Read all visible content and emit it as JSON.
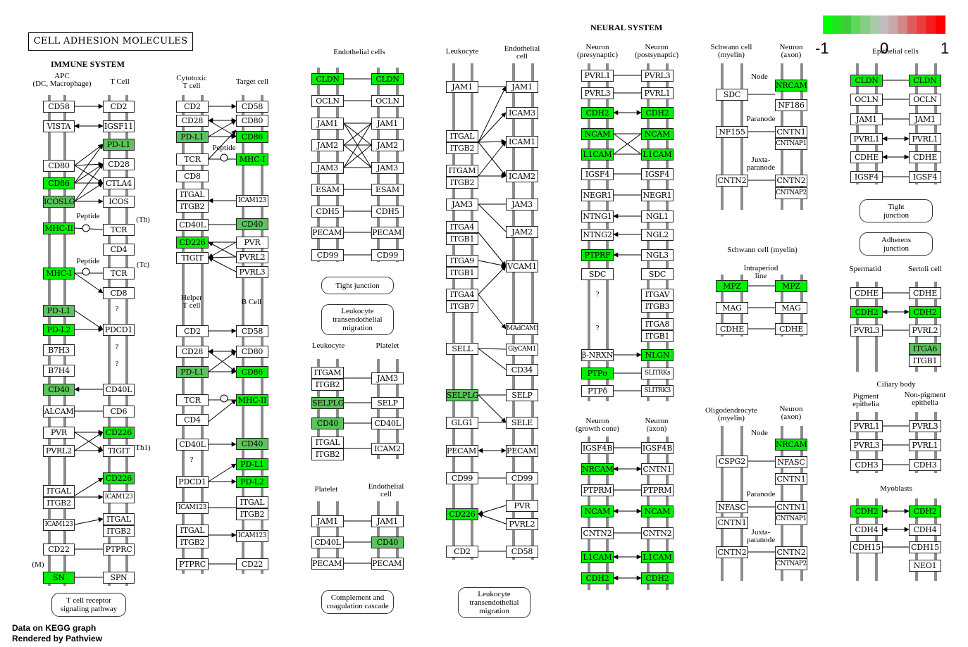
{
  "title": "CELL ADHESION MOLECULES",
  "headings": {
    "immune": "IMMUNE SYSTEM",
    "neural": "NEURAL SYSTEM"
  },
  "credits": {
    "line1": "Data on KEGG graph",
    "line2": "Rendered by Pathview"
  },
  "legend": {
    "min": "-1",
    "mid": "0",
    "max": "1",
    "colors": [
      "#00ff00",
      "#1ee61e",
      "#3dcc3d",
      "#5cd95c",
      "#85cc85",
      "#a8c8a8",
      "#bebebe",
      "#c8a8a8",
      "#d48585",
      "#e05c5c",
      "#eb3d3d",
      "#f51e1e",
      "#ff0000"
    ]
  },
  "colors": {
    "up_strong": "#00ee00",
    "up_mild": "#5cc45c",
    "neutral": "#ffffff",
    "border": "#222222",
    "rail": "#8c8c8c"
  },
  "labels": [
    "APC\n(DC, Macrophage)",
    "T Cell",
    "Cytotoxic\nT cell",
    "Target cell",
    "Helper\nT cell",
    "B Cell",
    "Endothelial cells",
    "Leukocyte",
    "Endothelial\ncell",
    "Leukocyte",
    "Platelet",
    "Platelet",
    "Endothelial\ncell",
    "Neuron\n(presynaptic)",
    "Neuron\n(postsynaptic)",
    "Neuron\n(growth cone)",
    "Neuron\n(axon)",
    "Schwann cell\n(myelin)",
    "Neuron\n(axon)",
    "Epithelial cells",
    "Node",
    "Paranode",
    "Juxta-\nparanode",
    "Schwann cell (myelin)",
    "Intraperiod\nline",
    "Spermatid",
    "Sertoli cell",
    "Ciliary body",
    "Pigment\nepithelia",
    "Non-pigment\nepithelia",
    "Myoblasts",
    "Oligodendrocyte\n(myelin)",
    "Neuron\n(axon)",
    "Node",
    "Paranode",
    "Juxta-\nparanode",
    "Peptide",
    "Peptide",
    "Peptide",
    "(Th)",
    "(Tc)",
    "Th1)",
    "(M)",
    "?",
    "?",
    "?",
    "?",
    "?",
    "?"
  ],
  "pathways": [
    "T cell receptor\nsignaling pathway",
    "Tight junction",
    "Leukocyte\ntransendothelial\nmigration",
    "Complement and\ncoagulation cascade",
    "Leukocyte\ntransendothelial\nmigration",
    "Tight\njunction",
    "Adherens\njunction"
  ],
  "genes": [
    [
      "CD58",
      ""
    ],
    [
      "VISTA",
      ""
    ],
    [
      "CD80",
      ""
    ],
    [
      "CD86",
      "u"
    ],
    [
      "ICOSLG",
      "m"
    ],
    [
      "MHC-II",
      "u"
    ],
    [
      "MHC-I",
      "u"
    ],
    [
      "PD-L1",
      "m"
    ],
    [
      "PD-L2",
      "u"
    ],
    [
      "B7H3",
      ""
    ],
    [
      "B7H4",
      ""
    ],
    [
      "CD40",
      "m"
    ],
    [
      "ALCAM",
      ""
    ],
    [
      "PVR",
      ""
    ],
    [
      "PVRL2",
      ""
    ],
    [
      "ITGAL",
      ""
    ],
    [
      "ITGB2",
      ""
    ],
    [
      "ICAM123",
      ""
    ],
    [
      "CD22",
      ""
    ],
    [
      "SN",
      "u"
    ],
    [
      "CD2",
      ""
    ],
    [
      "IGSF11",
      ""
    ],
    [
      "PD-L1",
      "m"
    ],
    [
      "CD28",
      ""
    ],
    [
      "CTLA4",
      ""
    ],
    [
      "ICOS",
      ""
    ],
    [
      "TCR",
      ""
    ],
    [
      "CD4",
      ""
    ],
    [
      "TCR",
      ""
    ],
    [
      "CD8",
      ""
    ],
    [
      "PDCD1",
      ""
    ],
    [
      "CD40L",
      ""
    ],
    [
      "CD6",
      ""
    ],
    [
      "CD226",
      "u"
    ],
    [
      "TIGIT",
      ""
    ],
    [
      "CD226",
      "u"
    ],
    [
      "ICAM123",
      ""
    ],
    [
      "ITGAL",
      ""
    ],
    [
      "ITGB2",
      ""
    ],
    [
      "PTPRC",
      ""
    ],
    [
      "SPN",
      ""
    ],
    [
      "CD2",
      ""
    ],
    [
      "CD28",
      ""
    ],
    [
      "PD-L1",
      "m"
    ],
    [
      "TCR",
      ""
    ],
    [
      "CD8",
      ""
    ],
    [
      "ITGAL",
      ""
    ],
    [
      "ITGB2",
      ""
    ],
    [
      "CD40L",
      ""
    ],
    [
      "CD226",
      "u"
    ],
    [
      "TIGIT",
      ""
    ],
    [
      "CD58",
      ""
    ],
    [
      "CD80",
      ""
    ],
    [
      "CD86",
      "u"
    ],
    [
      "MHC-I",
      "u"
    ],
    [
      "ICAM123",
      ""
    ],
    [
      "CD40",
      "m"
    ],
    [
      "PVR",
      ""
    ],
    [
      "PVRL2",
      ""
    ],
    [
      "PVRL3",
      ""
    ],
    [
      "CD2",
      ""
    ],
    [
      "CD28",
      ""
    ],
    [
      "PD-L1",
      "m"
    ],
    [
      "TCR",
      ""
    ],
    [
      "CD4",
      ""
    ],
    [
      "CD40L",
      ""
    ],
    [
      "PDCD1",
      ""
    ],
    [
      "ICAM123",
      ""
    ],
    [
      "ITGAL",
      ""
    ],
    [
      "ITGB2",
      ""
    ],
    [
      "PTPRC",
      ""
    ],
    [
      "CD58",
      ""
    ],
    [
      "CD80",
      ""
    ],
    [
      "CD86",
      "u"
    ],
    [
      "MHC-II",
      "u"
    ],
    [
      "CD40",
      "m"
    ],
    [
      "PD-L1",
      "u"
    ],
    [
      "PD-L2",
      "u"
    ],
    [
      "ITGAL",
      ""
    ],
    [
      "ITGB2",
      ""
    ],
    [
      "ICAM123",
      ""
    ],
    [
      "CD22",
      ""
    ],
    [
      "CLDN",
      "u"
    ],
    [
      "OCLN",
      ""
    ],
    [
      "JAM1",
      ""
    ],
    [
      "JAM2",
      ""
    ],
    [
      "JAM3",
      ""
    ],
    [
      "ESAM",
      ""
    ],
    [
      "CDH5",
      ""
    ],
    [
      "PECAM1",
      ""
    ],
    [
      "CD99",
      ""
    ],
    [
      "CLDN",
      "u"
    ],
    [
      "OCLN",
      ""
    ],
    [
      "JAM1",
      ""
    ],
    [
      "JAM2",
      ""
    ],
    [
      "JAM3",
      ""
    ],
    [
      "ESAM",
      ""
    ],
    [
      "CDH5",
      ""
    ],
    [
      "PECAM1",
      ""
    ],
    [
      "CD99",
      ""
    ],
    [
      "ITGAM",
      ""
    ],
    [
      "ITGB2",
      ""
    ],
    [
      "SELPLG",
      "m"
    ],
    [
      "CD40",
      "m"
    ],
    [
      "ITGAL",
      ""
    ],
    [
      "ITGB2",
      ""
    ],
    [
      "JAM3",
      ""
    ],
    [
      "SELP",
      ""
    ],
    [
      "CD40L",
      ""
    ],
    [
      "ICAM2",
      ""
    ],
    [
      "JAM1",
      ""
    ],
    [
      "CD40L",
      ""
    ],
    [
      "PECAM1",
      ""
    ],
    [
      "JAM1",
      ""
    ],
    [
      "CD40",
      "m"
    ],
    [
      "PECAM1",
      ""
    ],
    [
      "JAM1",
      ""
    ],
    [
      "ITGAL",
      ""
    ],
    [
      "ITGB2",
      ""
    ],
    [
      "ITGAM",
      ""
    ],
    [
      "ITGB2",
      ""
    ],
    [
      "JAM3",
      ""
    ],
    [
      "ITGA4",
      ""
    ],
    [
      "ITGB1",
      ""
    ],
    [
      "ITGA9",
      ""
    ],
    [
      "ITGB1",
      ""
    ],
    [
      "ITGA4",
      ""
    ],
    [
      "ITGB7",
      ""
    ],
    [
      "SELL",
      ""
    ],
    [
      "SELPLG",
      "m"
    ],
    [
      "GLG1",
      ""
    ],
    [
      "PECAM1",
      ""
    ],
    [
      "CD99",
      ""
    ],
    [
      "CD226",
      "u"
    ],
    [
      "CD2",
      ""
    ],
    [
      "JAM1",
      ""
    ],
    [
      "ICAM3",
      ""
    ],
    [
      "ICAM1",
      ""
    ],
    [
      "ICAM2",
      ""
    ],
    [
      "JAM3",
      ""
    ],
    [
      "JAM2",
      ""
    ],
    [
      "VCAM1",
      ""
    ],
    [
      "MAdCAM1",
      ""
    ],
    [
      "GlyCAM1",
      ""
    ],
    [
      "CD34",
      ""
    ],
    [
      "SELP",
      ""
    ],
    [
      "SELE",
      ""
    ],
    [
      "PECAM1",
      ""
    ],
    [
      "CD99",
      ""
    ],
    [
      "PVR",
      ""
    ],
    [
      "PVRL2",
      ""
    ],
    [
      "CD58",
      ""
    ],
    [
      "PVRL1",
      ""
    ],
    [
      "PVRL3",
      ""
    ],
    [
      "CDH2",
      "u"
    ],
    [
      "NCAM",
      "u"
    ],
    [
      "L1CAM",
      "u"
    ],
    [
      "IGSF4",
      ""
    ],
    [
      "NEGR1",
      ""
    ],
    [
      "NTNG1",
      ""
    ],
    [
      "NTNG2",
      ""
    ],
    [
      "PTPRF",
      "u"
    ],
    [
      "SDC",
      ""
    ],
    [
      "β-NRXN",
      ""
    ],
    [
      "PTPσ",
      "u"
    ],
    [
      "PTPδ",
      ""
    ],
    [
      "PVRL3",
      ""
    ],
    [
      "PVRL1",
      ""
    ],
    [
      "CDH2",
      "u"
    ],
    [
      "NCAM",
      "u"
    ],
    [
      "L1CAM",
      "u"
    ],
    [
      "IGSF4",
      ""
    ],
    [
      "NEGR1",
      ""
    ],
    [
      "NGL1",
      ""
    ],
    [
      "NGL2",
      ""
    ],
    [
      "NGL3",
      ""
    ],
    [
      "SDC",
      ""
    ],
    [
      "ITGAV",
      ""
    ],
    [
      "ITGB3",
      ""
    ],
    [
      "ITGA8",
      ""
    ],
    [
      "ITGB1",
      ""
    ],
    [
      "NLGN",
      "u"
    ],
    [
      "SLITRKs",
      ""
    ],
    [
      "SLITRK3",
      ""
    ],
    [
      "IGSF4B",
      ""
    ],
    [
      "NRCAM",
      "u"
    ],
    [
      "PTPRM",
      ""
    ],
    [
      "NCAM",
      "u"
    ],
    [
      "CNTN2",
      ""
    ],
    [
      "L1CAM",
      "u"
    ],
    [
      "CDH2",
      "u"
    ],
    [
      "IGSF4B",
      ""
    ],
    [
      "CNTN1",
      ""
    ],
    [
      "PTPRM",
      ""
    ],
    [
      "NCAM",
      "u"
    ],
    [
      "CNTN2",
      ""
    ],
    [
      "L1CAM",
      "u"
    ],
    [
      "CDH2",
      "u"
    ],
    [
      "SDC",
      ""
    ],
    [
      "NF155",
      ""
    ],
    [
      "CNTN2",
      ""
    ],
    [
      "NRCAM",
      "u"
    ],
    [
      "NF186",
      ""
    ],
    [
      "CNTN1",
      ""
    ],
    [
      "CNTNAP1",
      ""
    ],
    [
      "CNTN2",
      ""
    ],
    [
      "CNTNAP2",
      ""
    ],
    [
      "MPZ",
      "u"
    ],
    [
      "MAG",
      ""
    ],
    [
      "CDHE",
      ""
    ],
    [
      "MPZ",
      "u"
    ],
    [
      "MAG",
      ""
    ],
    [
      "CDHE",
      ""
    ],
    [
      "CSPG2",
      ""
    ],
    [
      "NFASC",
      ""
    ],
    [
      "CNTN1",
      ""
    ],
    [
      "CNTN2",
      ""
    ],
    [
      "NRCAM",
      "u"
    ],
    [
      "NFASC",
      ""
    ],
    [
      "CNTN1",
      ""
    ],
    [
      "CNTN1",
      ""
    ],
    [
      "CNTNAP1",
      ""
    ],
    [
      "CNTN2",
      ""
    ],
    [
      "CNTNAP2",
      ""
    ],
    [
      "CLDN",
      "u"
    ],
    [
      "OCLN",
      ""
    ],
    [
      "JAM1",
      ""
    ],
    [
      "PVRL1",
      ""
    ],
    [
      "CDHE",
      ""
    ],
    [
      "IGSF4",
      ""
    ],
    [
      "CLDN",
      "u"
    ],
    [
      "OCLN",
      ""
    ],
    [
      "JAM1",
      ""
    ],
    [
      "PVRL1",
      ""
    ],
    [
      "CDHE",
      ""
    ],
    [
      "IGSF4",
      ""
    ],
    [
      "CDHE",
      ""
    ],
    [
      "CDH2",
      "u"
    ],
    [
      "PVRL3",
      ""
    ],
    [
      "CDHE",
      ""
    ],
    [
      "CDH2",
      "u"
    ],
    [
      "PVRL2",
      ""
    ],
    [
      "ITGA6",
      "m"
    ],
    [
      "ITGB1",
      ""
    ],
    [
      "PVRL1",
      ""
    ],
    [
      "PVRL3",
      ""
    ],
    [
      "CDH3",
      ""
    ],
    [
      "PVRL3",
      ""
    ],
    [
      "PVRL1",
      ""
    ],
    [
      "CDH3",
      ""
    ],
    [
      "CDH2",
      "u"
    ],
    [
      "CDH4",
      ""
    ],
    [
      "CDH15",
      ""
    ],
    [
      "CDH2",
      "u"
    ],
    [
      "CDH4",
      ""
    ],
    [
      "CDH15",
      ""
    ],
    [
      "NEO1",
      ""
    ]
  ]
}
